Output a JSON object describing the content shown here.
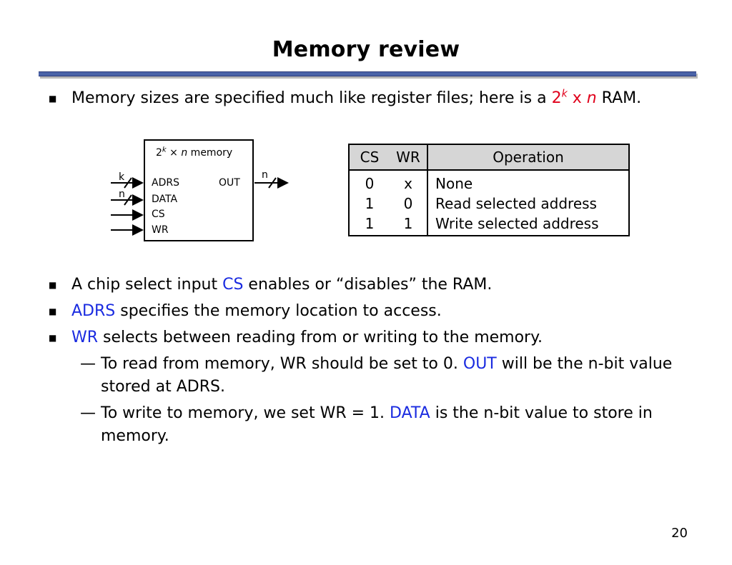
{
  "slide": {
    "title": "Memory review",
    "page_number": "20"
  },
  "bullets": {
    "b1": {
      "text_a": "Memory sizes are specified much like register files; here is a ",
      "base": "2",
      "exp": "k",
      "times": " x ",
      "n": "n",
      "text_b": " RAM."
    },
    "b2": {
      "text_a": "A chip select input ",
      "key": "CS",
      "text_b": " enables or “disables” the RAM."
    },
    "b3": {
      "key": "ADRS",
      "text_b": " specifies the memory location to access."
    },
    "b4": {
      "key": "WR",
      "text_b": " selects between reading from or writing to the memory."
    },
    "s1": {
      "dash": "—",
      "text_a": "To read from memory, WR should be set to 0. ",
      "key": "OUT",
      "text_b": " will be the n-bit value stored at ADRS."
    },
    "s2": {
      "dash": "—",
      "text_a": "To write to memory, we set WR = 1. ",
      "key": "DATA",
      "text_b": " is the n-bit value to store in memory."
    }
  },
  "diagram": {
    "header_base": "2",
    "header_exp": "k",
    "header_times": " × ",
    "header_n": "n",
    "header_rest": " memory",
    "port_adrs": "ADRS",
    "port_data": "DATA",
    "port_cs": "CS",
    "port_wr": "WR",
    "port_out": "OUT",
    "bus_adrs": "k",
    "bus_data": "n",
    "bus_out": "n"
  },
  "table": {
    "headers": [
      "CS",
      "WR",
      "Operation"
    ],
    "rows": [
      {
        "cs": "0",
        "wr": "x",
        "op": "None"
      },
      {
        "cs": "1",
        "wr": "0",
        "op": "Read selected address"
      },
      {
        "cs": "1",
        "wr": "1",
        "op": "Write selected address"
      }
    ]
  },
  "colors": {
    "accent_red": "#e0001b",
    "accent_blue": "#1a2be0",
    "rule_blue": "#4a63a8"
  }
}
